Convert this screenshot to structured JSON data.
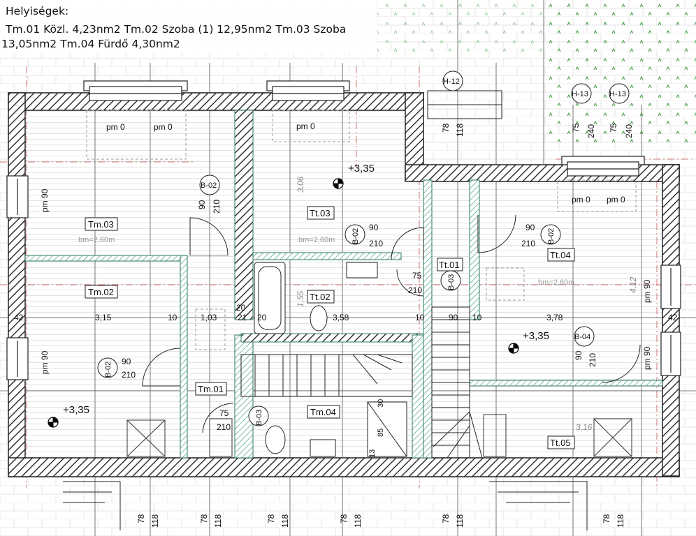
{
  "legend": {
    "title": "Helyiségek:",
    "line1": " Tm.01 Közl. 4,23nm2 Tm.02 Szoba (1) 12,95nm2 Tm.03 Szoba",
    "line2": "13,05nm2 Tm.04 Fürdő 4,30nm2"
  },
  "colors": {
    "wall": "#3a3a3a",
    "partition": "#4fa886",
    "dash": "#d07070",
    "grass": "#3a9a3a"
  },
  "rooms": [
    {
      "id": "tm03",
      "label": "Tm.03",
      "sub": "bm=2,60m"
    },
    {
      "id": "tm02",
      "label": "Tm.02",
      "sub": ""
    },
    {
      "id": "tm01",
      "label": "Tm.01",
      "sub": ""
    },
    {
      "id": "tm04",
      "label": "Tm.04",
      "sub": ""
    },
    {
      "id": "tt03",
      "label": "Tt.03",
      "sub": "bm=2,60m"
    },
    {
      "id": "tt02",
      "label": "Tt.02",
      "sub": ""
    },
    {
      "id": "tt01",
      "label": "Tt.01",
      "sub": ""
    },
    {
      "id": "tt04",
      "label": "Tt.04",
      "sub": "bm=2,60m"
    },
    {
      "id": "tt05",
      "label": "Tt.05",
      "sub": ""
    }
  ],
  "labels": {
    "pm0": "pm 0",
    "pm90": "pm 90",
    "level": "+3,35",
    "b02": "B-02",
    "b03": "B-03",
    "b04": "B-04",
    "h12": "H-12",
    "h13": "H-13",
    "d90": "90",
    "d210": "210",
    "d75": "75",
    "d78": "78",
    "d118": "118",
    "d240": "240",
    "d3_15": "3,15",
    "d10": "10",
    "d1_03": "1,03",
    "d20": "20",
    "d3_58": "3,58",
    "d3_78": "3,78",
    "d42": "42",
    "d3_06": "3,06",
    "d1_55": "1,55",
    "d4_12": "4,12",
    "d3_16": "3,16",
    "d85": "85",
    "d13": "13",
    "d30": "30",
    "d21": "21"
  }
}
